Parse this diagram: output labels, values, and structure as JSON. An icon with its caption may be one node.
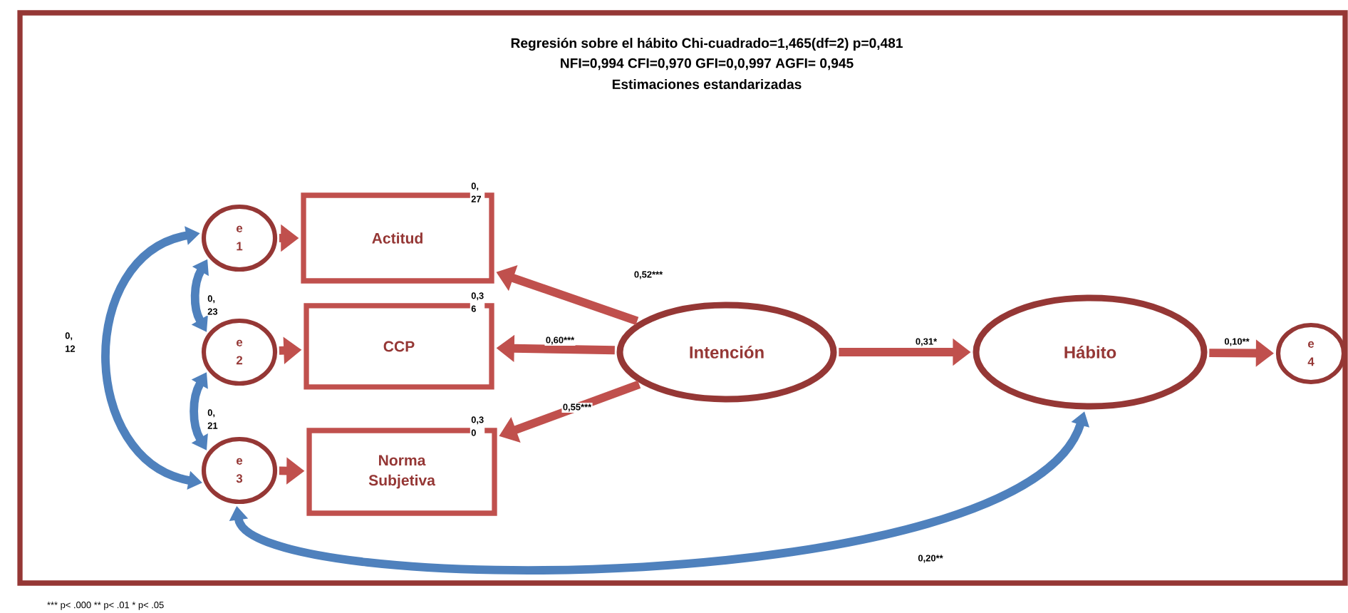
{
  "diagram": {
    "title": "Regresión sobre el hábito Chi-cuadrado=1,465(df=2) p=0,481",
    "caption": "*** p< .000 ** p< .01 * p< .05",
    "labels": [
      "NFI=0,994 CFI=0,970 GFI=0,0,997 AGFI= 0,945",
      "Estimaciones estandarizadas"
    ],
    "nodes": [
      {
        "text": [
          "e 1"
        ]
      },
      {
        "text": [
          "e 2"
        ]
      },
      {
        "text": [
          "e 3"
        ]
      },
      {
        "text": [
          "Actitud"
        ],
        "beside": [
          "0, 27"
        ]
      },
      {
        "text": [
          "CCP"
        ],
        "beside": [
          "0,3 6"
        ]
      },
      {
        "text": [
          "Norma Subjetiva"
        ],
        "beside": [
          "0,3 0"
        ]
      },
      {
        "text": [
          "Intención"
        ]
      },
      {
        "text": [
          "Hábito"
        ]
      },
      {
        "text": [
          "e 4"
        ]
      }
    ],
    "edges": [
      {
        "from": 0,
        "to": 3,
        "arrow": "to"
      },
      {
        "from": 1,
        "to": 4,
        "arrow": "to"
      },
      {
        "from": 2,
        "to": 5,
        "arrow": "to"
      },
      {
        "from": 6,
        "to": 3,
        "arrow": "to",
        "label": "0,52***"
      },
      {
        "from": 6,
        "to": 4,
        "arrow": "to",
        "label": "0,60***"
      },
      {
        "from": 6,
        "to": 5,
        "arrow": "to",
        "label": "0,55***"
      },
      {
        "from": 6,
        "to": 7,
        "arrow": "to",
        "label": "0,31*"
      },
      {
        "from": 7,
        "to": 8,
        "arrow": "to",
        "label": "0,10**"
      },
      {
        "from": 0,
        "to": 1,
        "arrow": "both",
        "label": "0, 23",
        "color": "#4f81bd"
      },
      {
        "from": 1,
        "to": 2,
        "arrow": "both",
        "label": "0, 21",
        "color": "#4f81bd"
      },
      {
        "from": 0,
        "to": 2,
        "arrow": "both",
        "label": "0, 12",
        "color": "#4f81bd"
      },
      {
        "from": 2,
        "to": 7,
        "arrow": "both",
        "label": "0,20**",
        "color": "#4f81bd"
      }
    ]
  }
}
